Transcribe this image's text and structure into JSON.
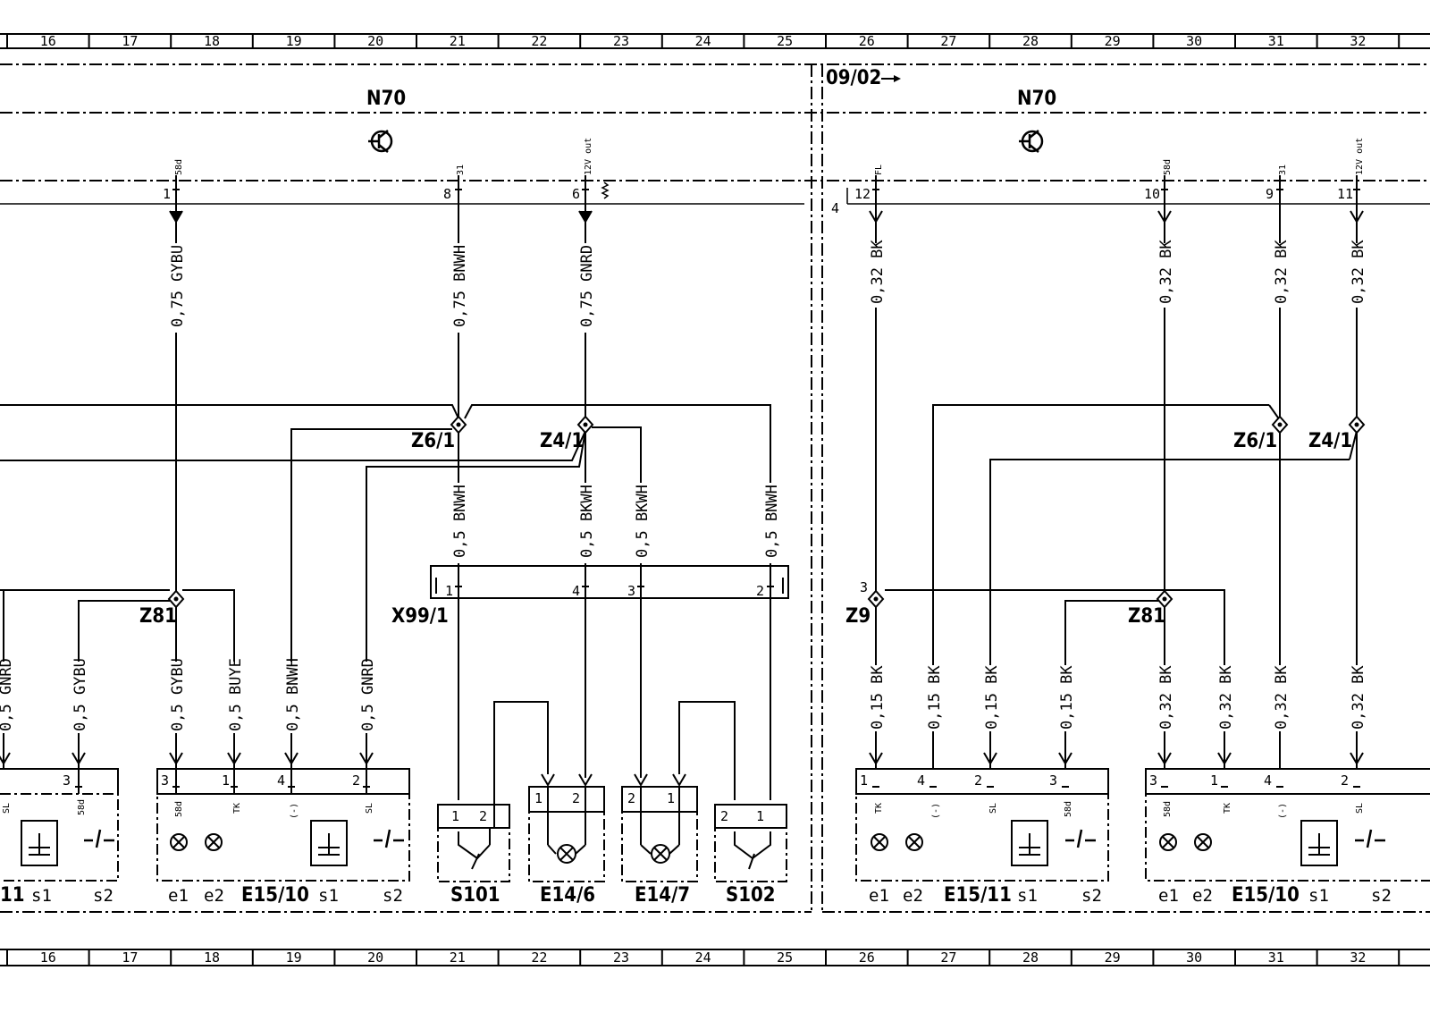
{
  "grid": [
    "16",
    "17",
    "18",
    "19",
    "20",
    "21",
    "22",
    "23",
    "24",
    "25",
    "26",
    "27",
    "28",
    "29",
    "30",
    "31",
    "32"
  ],
  "date_marker": "09/02",
  "module": "N70",
  "left_pins": [
    {
      "num": "1",
      "sig": "58d",
      "wire": "0,75 GYBU"
    },
    {
      "num": "8",
      "sig": "31",
      "wire": "0,75 BNWH"
    },
    {
      "num": "6",
      "sig": "12V out",
      "wire": "0,75 GNRD"
    }
  ],
  "right_pins": [
    {
      "num": "12",
      "sig": "FL",
      "wire": "0,32 BK"
    },
    {
      "num": "10",
      "sig": "58d",
      "wire": "0,32 BK"
    },
    {
      "num": "9",
      "sig": "31",
      "wire": "0,32 BK"
    },
    {
      "num": "11",
      "sig": "12V out",
      "wire": "0,32 BK"
    }
  ],
  "right_bus_num": "4",
  "splices": {
    "z6": "Z6/1",
    "z4": "Z4/1",
    "z81": "Z81",
    "z9": "Z9",
    "z9_num": "3"
  },
  "mid_wires": [
    "0,5 BNWH",
    "0,5 BKWH",
    "0,5 BKWH",
    "0,5 BNWH"
  ],
  "connector": {
    "name": "X99/1",
    "pins": [
      "1",
      "4",
      "3",
      "2"
    ]
  },
  "left_lower_wires": [
    "0,5 GNRD",
    "0,5 GYBU",
    "0,5 GYBU",
    "0,5 BUYE",
    "0,5 BNWH",
    "0,5 GNRD"
  ],
  "right_lower_wires": [
    "0,15 BK",
    "0,15 BK",
    "0,15 BK",
    "0,15 BK",
    "0,32 BK",
    "0,32 BK",
    "0,32 BK",
    "0,32 BK"
  ],
  "component_left": {
    "pins": [
      "3",
      "3",
      "1",
      "4",
      "2"
    ],
    "sigs": [
      "SL",
      "58d",
      "58d",
      "TK",
      "(-)",
      "SL"
    ],
    "name_partial": "11",
    "name": "E15/10",
    "subs": [
      "s1",
      "s2",
      "e1",
      "e2",
      "s1",
      "s2"
    ]
  },
  "components_mid": {
    "s101": {
      "name": "S101",
      "pins": [
        "1",
        "2"
      ]
    },
    "e146": {
      "name": "E14/6",
      "pins": [
        "1",
        "2"
      ]
    },
    "e147": {
      "name": "E14/7",
      "pins": [
        "2",
        "1"
      ]
    },
    "s102": {
      "name": "S102",
      "pins": [
        "2",
        "1"
      ]
    }
  },
  "component_e1511": {
    "name": "E15/11",
    "pins": [
      "1",
      "4",
      "2",
      "3"
    ],
    "sigs": [
      "TK",
      "(-)",
      "SL",
      "58d"
    ],
    "subs": [
      "e1",
      "e2",
      "s1",
      "s2"
    ]
  },
  "component_e1510r": {
    "name": "E15/10",
    "pins": [
      "3",
      "1",
      "4",
      "2"
    ],
    "sigs": [
      "58d",
      "TK",
      "(-)",
      "SL"
    ],
    "subs": [
      "e1",
      "e2",
      "s1",
      "s2"
    ]
  }
}
